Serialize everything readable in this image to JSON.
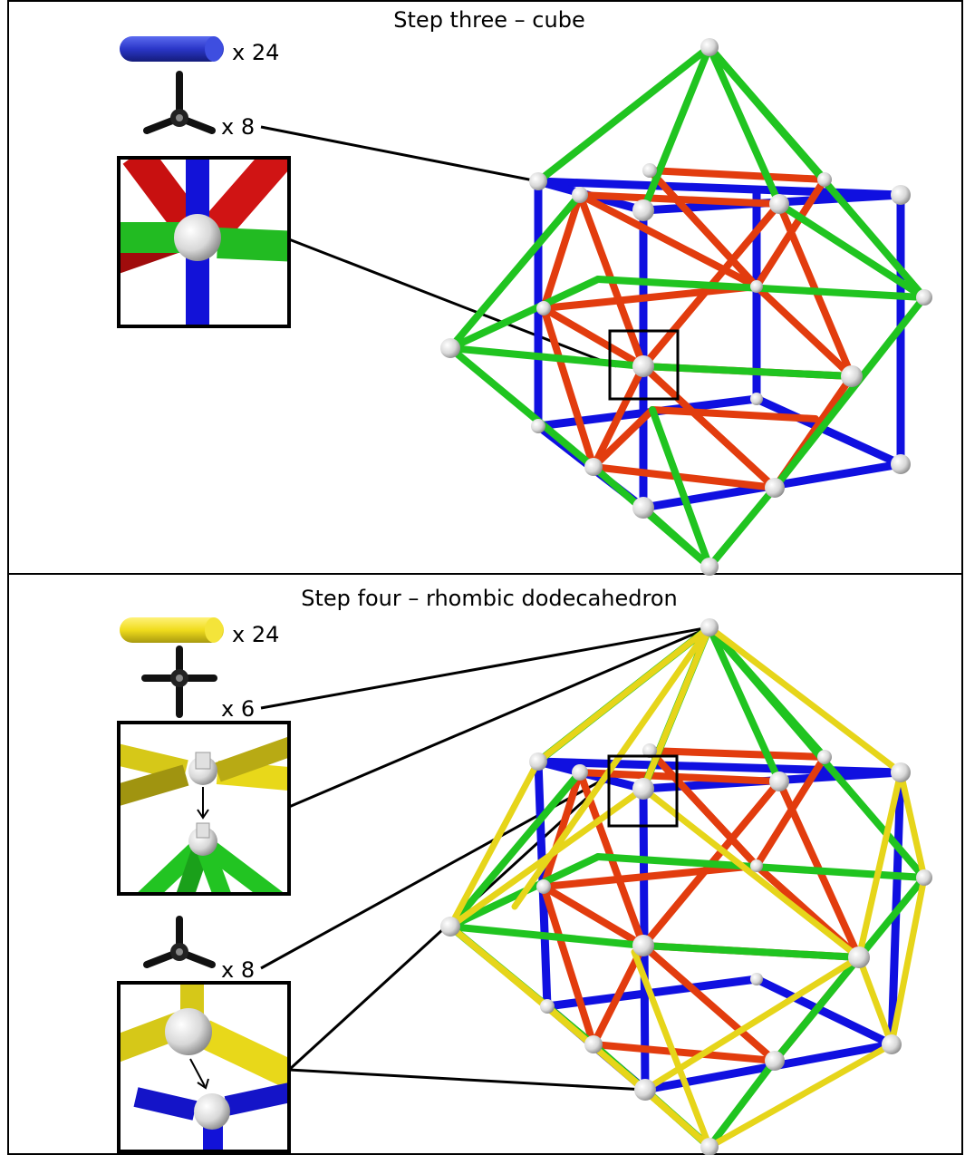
{
  "steps": [
    {
      "title": "Step three – cube",
      "rod_count": "x 24",
      "rod_color": "#1f2fbf",
      "connector_count": "x 8",
      "connector_icon": "three-way-connector-icon",
      "model_colors": {
        "cube_edges": "#1010e0",
        "hexagon_edges": "#e83a10",
        "inner_edges": "#d23a0e",
        "pyramid_edges": "#22c422"
      }
    },
    {
      "title": "Step four – rhombic dodecahedron",
      "rod_count": "x 24",
      "rod_color": "#e8d81a",
      "connectors": [
        {
          "count": "x 6",
          "icon": "four-way-connector-icon"
        },
        {
          "count": "x 8",
          "icon": "three-way-connector-icon"
        }
      ],
      "model_colors": {
        "new_edges": "#e6d51a"
      }
    }
  ],
  "colors": {
    "blue": "#1616e6",
    "red": "#e8400e",
    "green": "#22cc22",
    "yellow": "#e8d81a",
    "node": "#dcdcdc",
    "frame": "#000000"
  }
}
